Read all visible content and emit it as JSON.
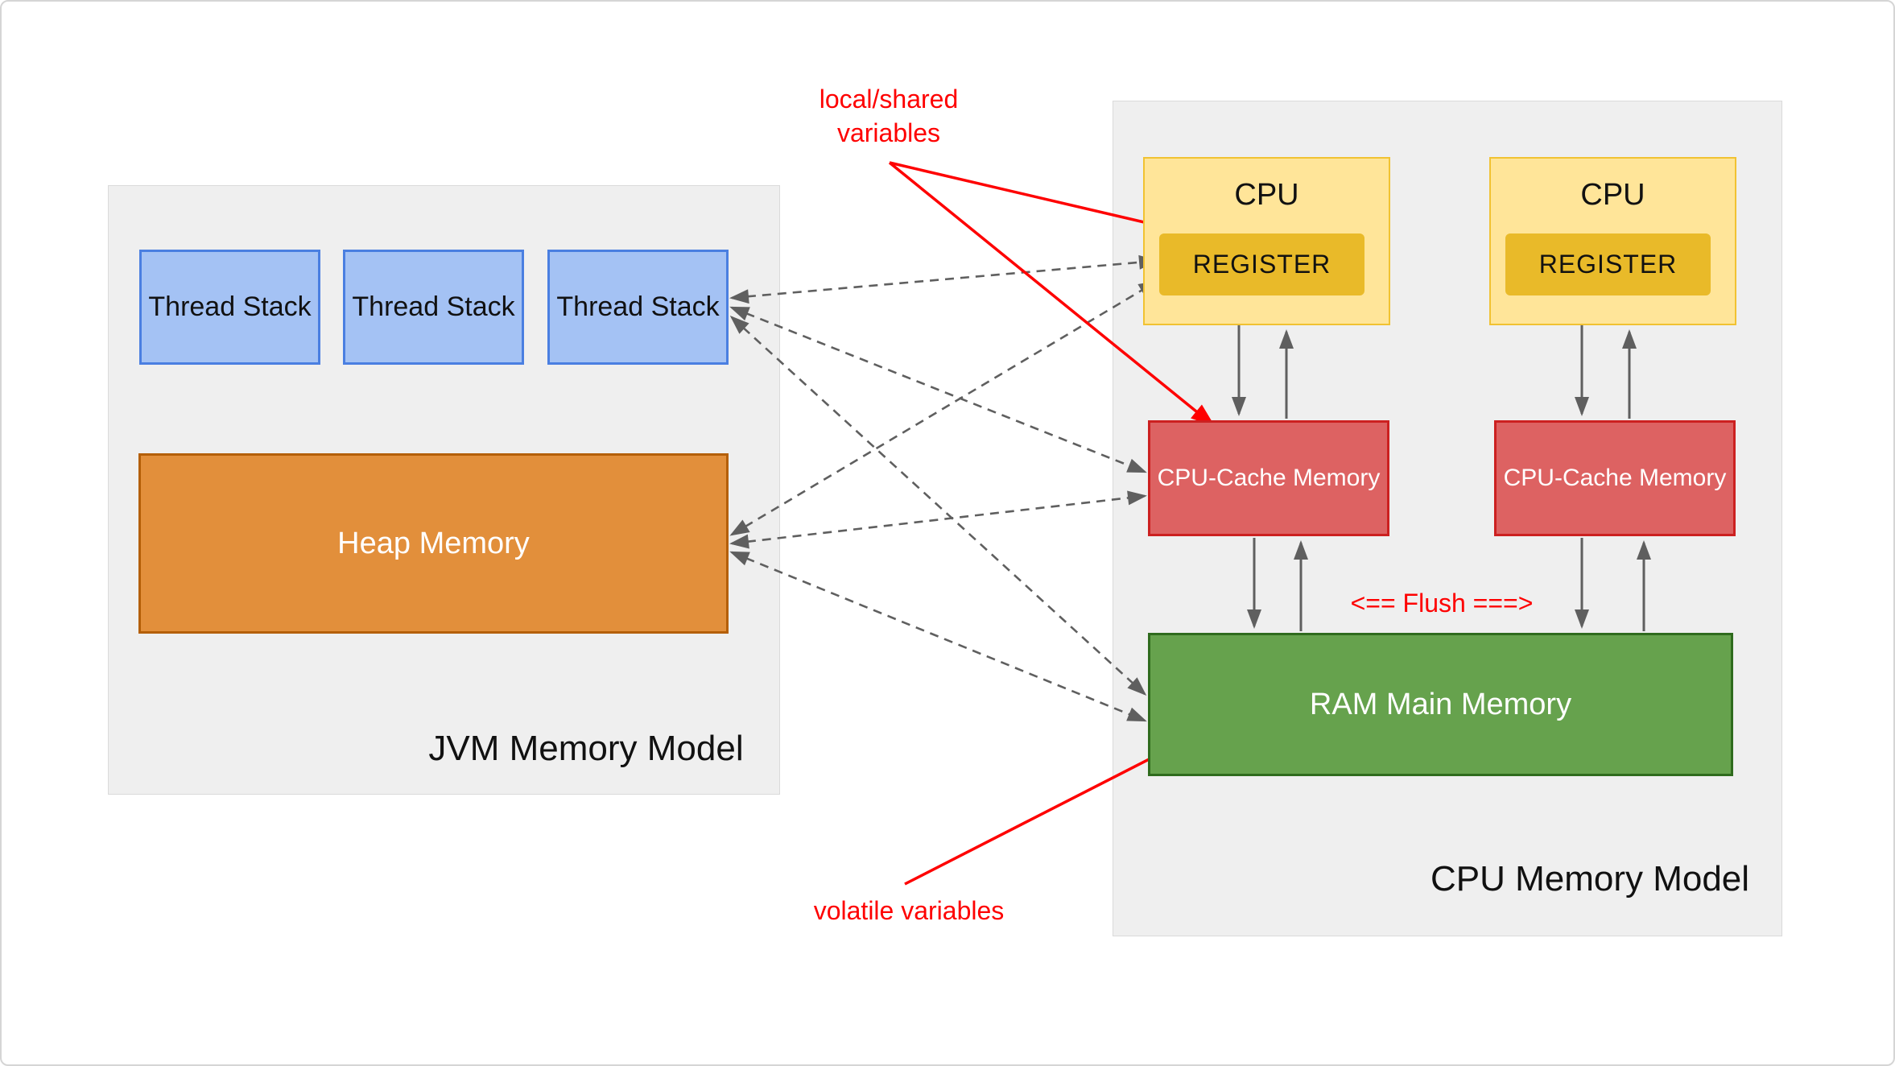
{
  "jvm": {
    "panel_label": "JVM Memory Model",
    "thread_stacks": [
      "Thread Stack",
      "Thread Stack",
      "Thread Stack"
    ],
    "heap_label": "Heap Memory"
  },
  "cpu_model": {
    "panel_label": "CPU Memory Model",
    "units": [
      {
        "cpu_label": "CPU",
        "register_label": "REGISTER",
        "cache_label": "CPU-Cache Memory"
      },
      {
        "cpu_label": "CPU",
        "register_label": "REGISTER",
        "cache_label": "CPU-Cache Memory"
      }
    ],
    "ram_label": "RAM Main Memory",
    "flush_label": "<== Flush ===>"
  },
  "annotations": {
    "local_shared": "local/shared variables",
    "volatile": "volatile variables"
  },
  "colors": {
    "panel_bg": "#efefef",
    "panel_border": "#dadada",
    "thread_fill": "#a4c2f4",
    "thread_border": "#4a7fe1",
    "heap_fill": "#e28f3b",
    "heap_border": "#b45f06",
    "cpu_fill": "#ffe599",
    "cpu_border": "#f1c232",
    "register_fill": "#e9ba29",
    "cache_fill": "#dd6262",
    "cache_border": "#cc2020",
    "ram_fill": "#66a24d",
    "ram_border": "#2f6b1d",
    "arrow_gray": "#5f5f5f",
    "annotation_red": "#fe0000",
    "text_dark": "#111111",
    "text_light": "#ffffff"
  }
}
